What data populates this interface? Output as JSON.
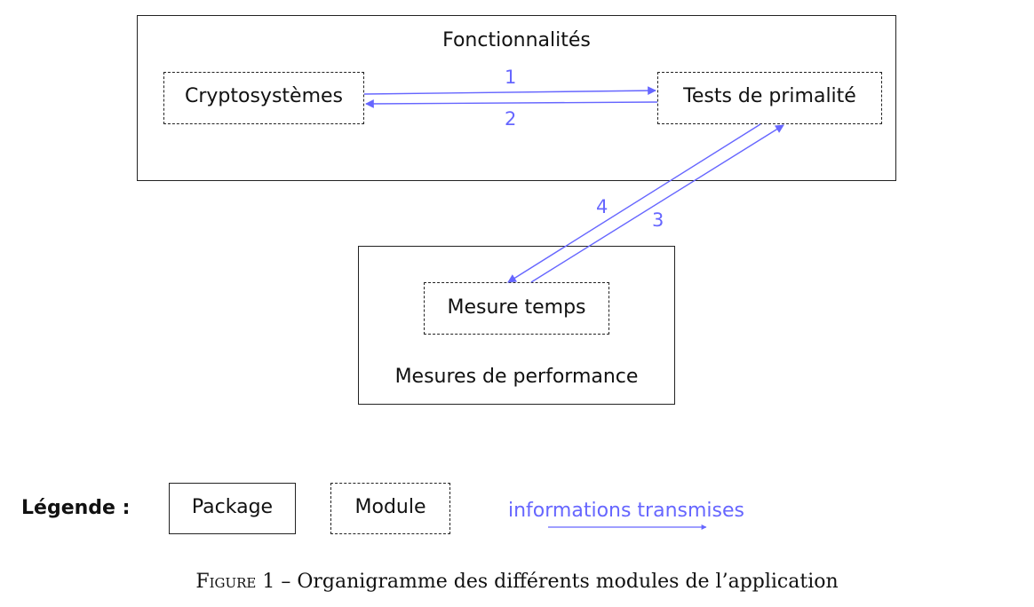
{
  "diagram": {
    "packages": {
      "fonctionnalites": "Fonctionnalités",
      "mesures_performance": "Mesures de performance"
    },
    "modules": {
      "cryptosystemes": "Cryptosystèmes",
      "tests_primalite": "Tests de primalité",
      "mesure_temps": "Mesure temps"
    },
    "arrows": {
      "a1": "1",
      "a2": "2",
      "a3": "3",
      "a4": "4"
    },
    "arrow_color": "#6666ff"
  },
  "legend": {
    "title": "Légende :",
    "package": "Package",
    "module": "Module",
    "arrow": "informations transmises"
  },
  "caption": {
    "prefix": "Figure 1",
    "text": " – Organigramme des différents modules de l’application"
  }
}
